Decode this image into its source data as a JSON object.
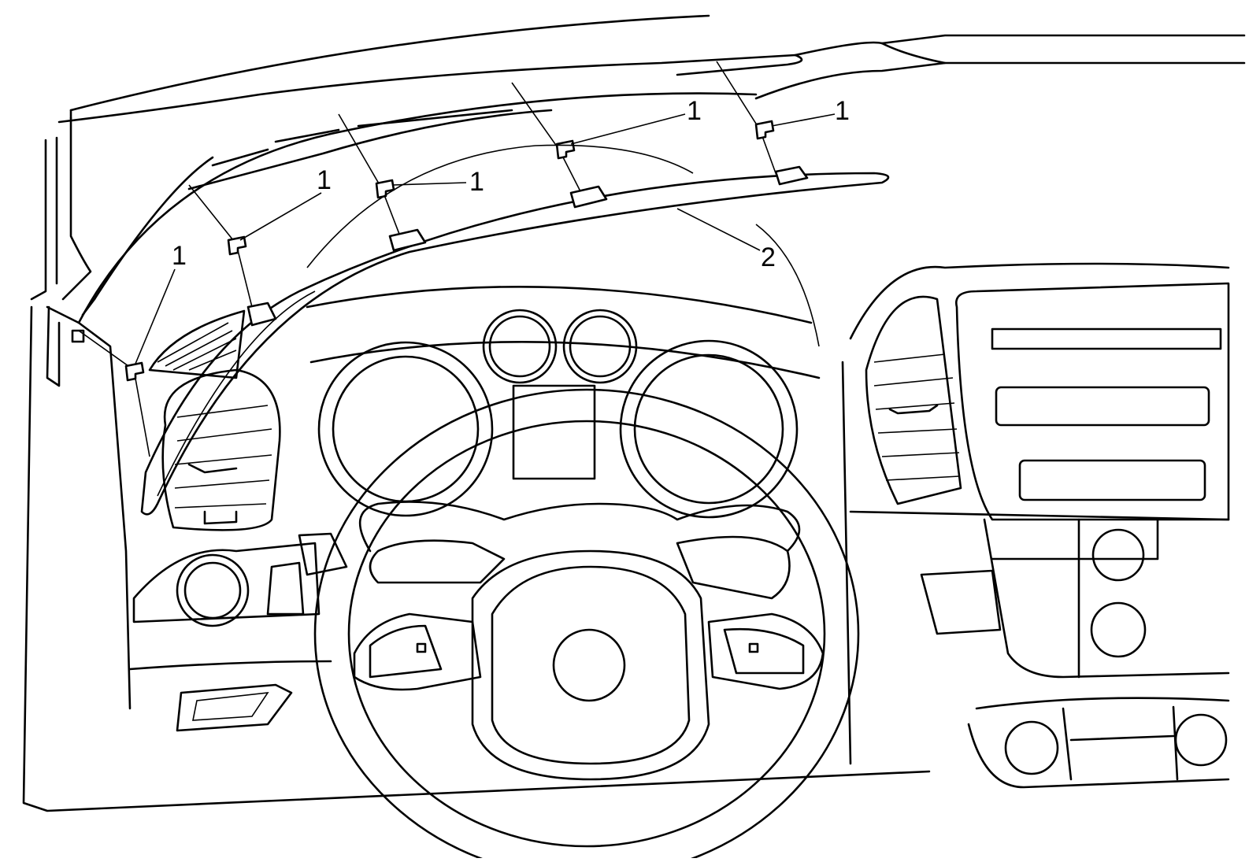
{
  "figure": {
    "callouts": [
      {
        "id": "clip-left-lower",
        "text": "1"
      },
      {
        "id": "clip-left-upper",
        "text": "1"
      },
      {
        "id": "clip-center-left",
        "text": "1"
      },
      {
        "id": "clip-center-right",
        "text": "1"
      },
      {
        "id": "clip-right",
        "text": "1"
      },
      {
        "id": "trim-panel",
        "text": "2"
      }
    ]
  }
}
